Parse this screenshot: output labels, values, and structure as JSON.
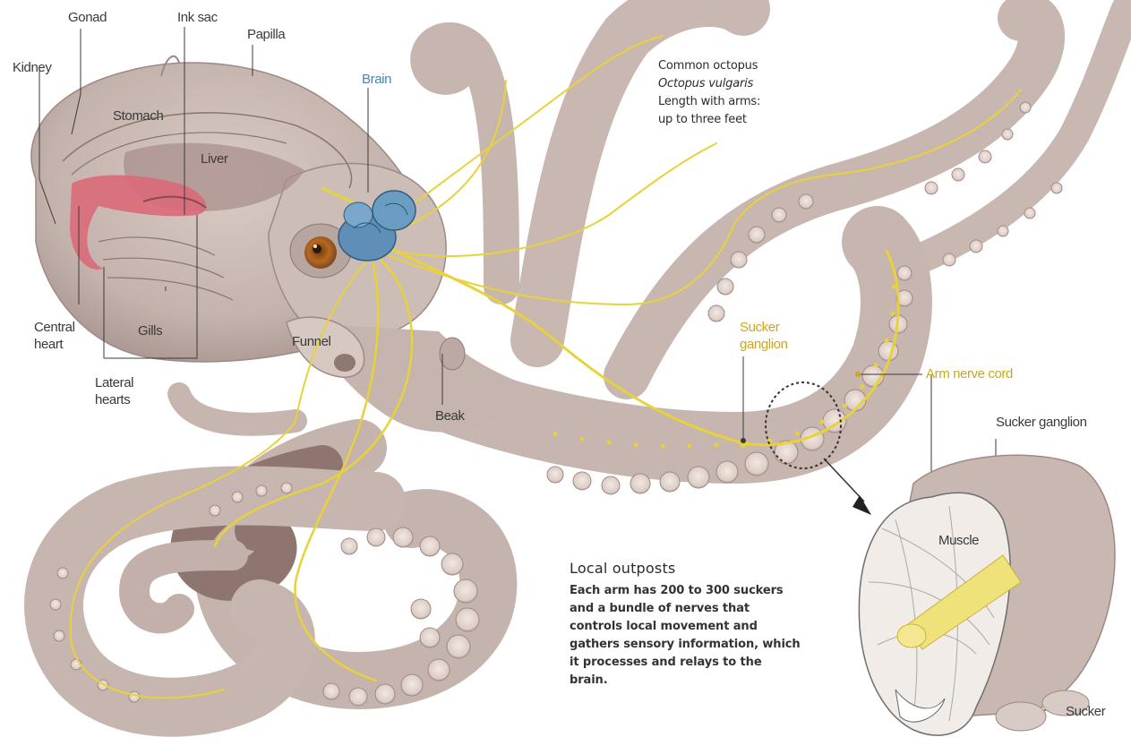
{
  "labels": {
    "kidney": "Kidney",
    "gonad": "Gonad",
    "ink_sac": "Ink sac",
    "papilla": "Papilla",
    "brain": "Brain",
    "stomach": "Stomach",
    "liver": "Liver",
    "central_heart": "Central heart",
    "gills": "Gills",
    "lateral_hearts": "Lateral hearts",
    "funnel": "Funnel",
    "beak": "Beak",
    "sucker_ganglion_arm": "Sucker ganglion",
    "arm_nerve_cord": "Arm nerve cord",
    "sucker_ganglion_detail": "Sucker ganglion",
    "muscle": "Muscle",
    "sucker": "Sucker"
  },
  "species_info": {
    "common_name": "Common octopus",
    "scientific_name": "Octopus vulgaris",
    "length_line1": "Length with arms:",
    "length_line2": "up to three feet"
  },
  "local_outposts": {
    "heading": "Local outposts",
    "body": "Each arm has 200 to 300 suckers and a bundle of nerves that controls local movement and gathers sensory information, which it processes and relays to the brain."
  },
  "colors": {
    "skin": "#c9b8b2",
    "skin_dark": "#9d8985",
    "nerve": "#e8d23a",
    "brain": "#5f8fb6",
    "heart": "#d96a78",
    "label_text": "#3a3a3a",
    "brain_label": "#3f86b8",
    "yellow_label": "#c9a81c"
  }
}
